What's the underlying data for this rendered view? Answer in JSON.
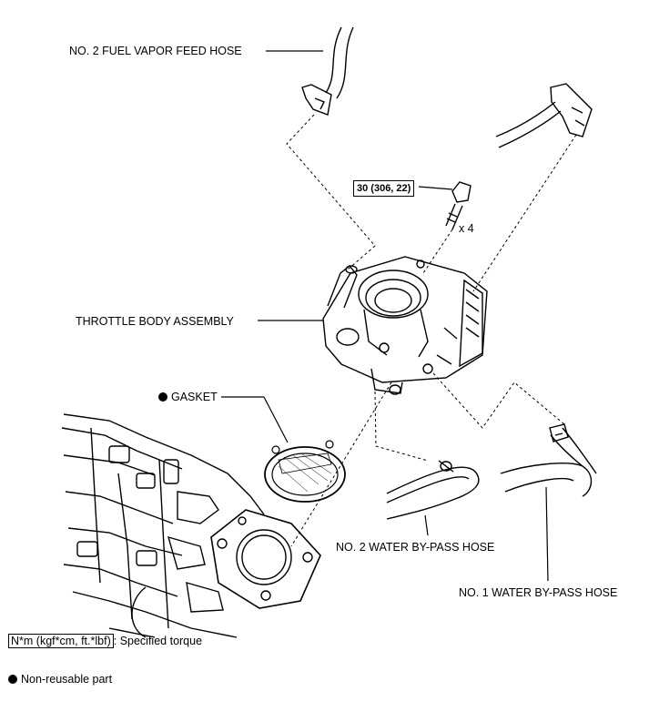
{
  "labels": {
    "fuel_vapor_hose": "NO. 2 FUEL VAPOR FEED HOSE",
    "torque_value": "30 (306, 22)",
    "bolt_qty": "x 4",
    "throttle_body": "THROTTLE BODY ASSEMBLY",
    "gasket": "GASKET",
    "water_bypass_2": "NO. 2 WATER BY-PASS HOSE",
    "water_bypass_1": "NO. 1 WATER BY-PASS HOSE"
  },
  "legend": {
    "torque_unit": "N*m (kgf*cm, ft.*lbf)",
    "torque_desc": ": Specified torque",
    "non_reusable": "Non-reusable part"
  },
  "icons": {
    "non_reusable_marker": "filled-circle-icon"
  }
}
